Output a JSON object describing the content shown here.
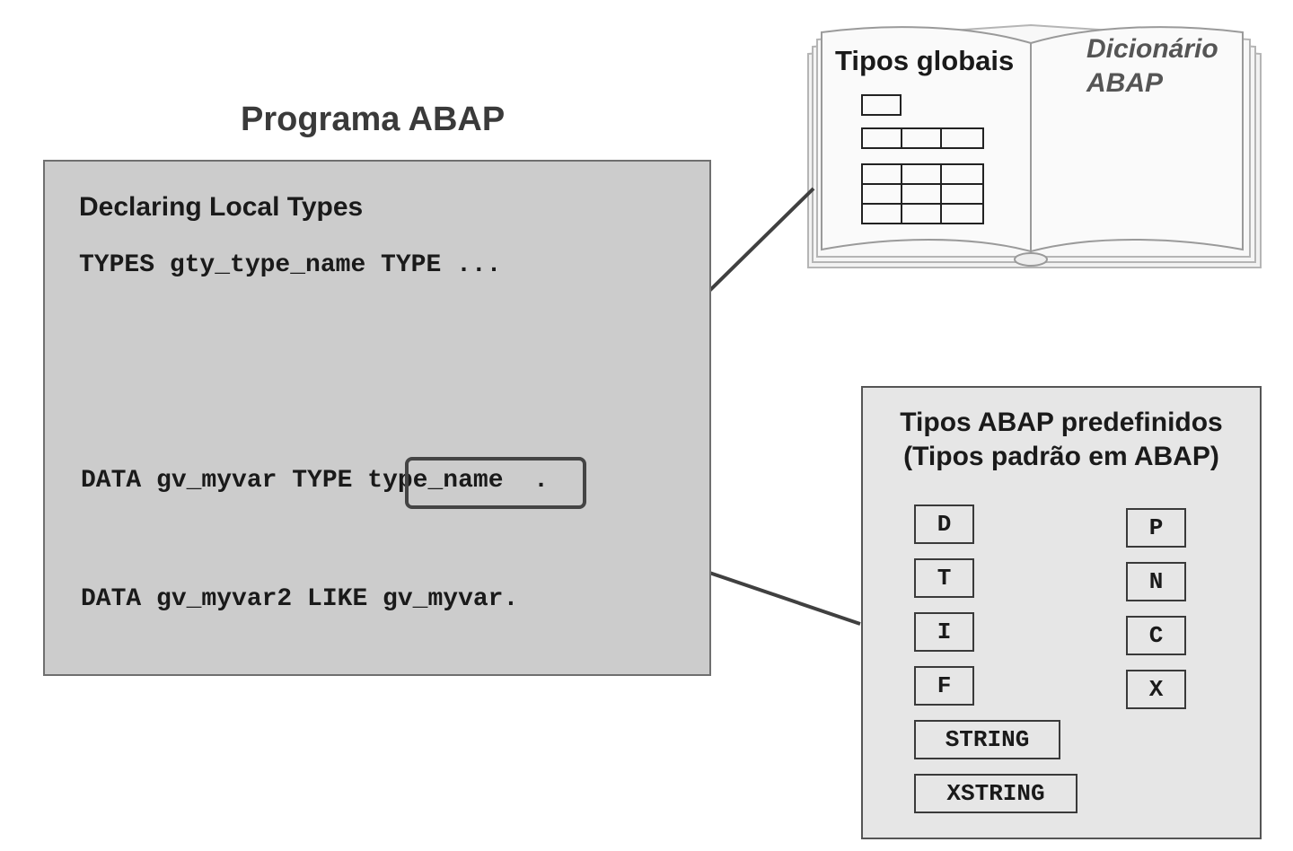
{
  "program": {
    "title": "Programa ABAP",
    "heading": "Declaring Local Types",
    "line_types": "TYPES gty_type_name TYPE ...",
    "line_data1_prefix": "DATA gv_myvar TYPE ",
    "line_data1_highlight": "type_name",
    "line_data1_suffix": ".",
    "line_data2": "DATA gv_myvar2 LIKE gv_myvar."
  },
  "dictionary": {
    "title": "Tipos globais",
    "subtitle_line1": "Dicionário",
    "subtitle_line2": "ABAP"
  },
  "predefined": {
    "title_line1": "Tipos ABAP predefinidos",
    "title_line2": "(Tipos padrão em ABAP)",
    "left_types": [
      "D",
      "T",
      "I",
      "F",
      "STRING",
      "XSTRING"
    ],
    "right_types": [
      "P",
      "N",
      "C",
      "X"
    ]
  },
  "colors": {
    "program_bg": "#cccccc",
    "predef_bg": "#e6e6e6",
    "arrow": "#404040"
  }
}
